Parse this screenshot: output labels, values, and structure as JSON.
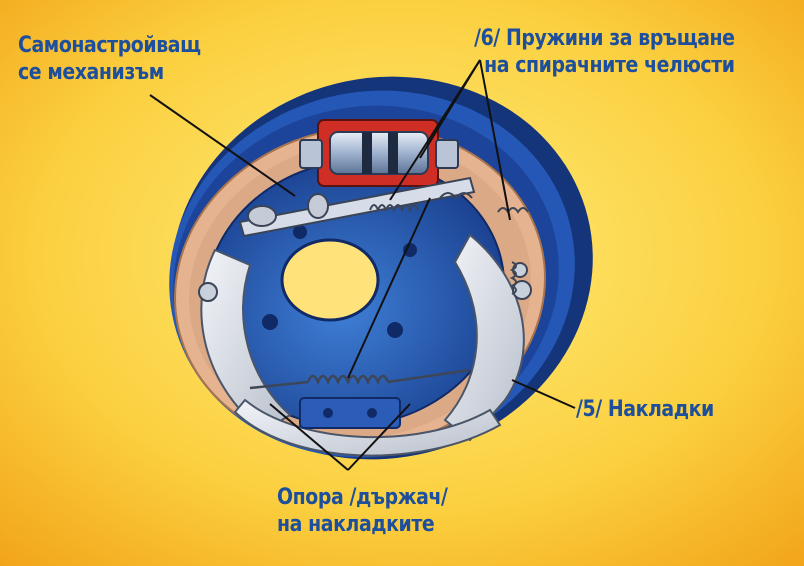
{
  "colors": {
    "background_center": "#ffe66a",
    "background_edge": "#f3a51a",
    "label_text": "#1d4f9c",
    "drum_blue": "#1f4aa3",
    "shoe_silver": "#d9dde4",
    "lining_peach": "#e8b894",
    "leader_line": "#111111"
  },
  "labels": {
    "self_adjuster": {
      "line1": "Самонастройващ",
      "line2": "се механизъм"
    },
    "return_springs": {
      "line1": "/6/ Пружини за връщане",
      "line2": "на спирачните челюсти"
    },
    "linings": {
      "line1": "/5/ Накладки"
    },
    "support": {
      "line1": "Опора /държач/",
      "line2": "на накладките"
    }
  },
  "icons": [
    "drum-brake-assembly-illustration"
  ]
}
